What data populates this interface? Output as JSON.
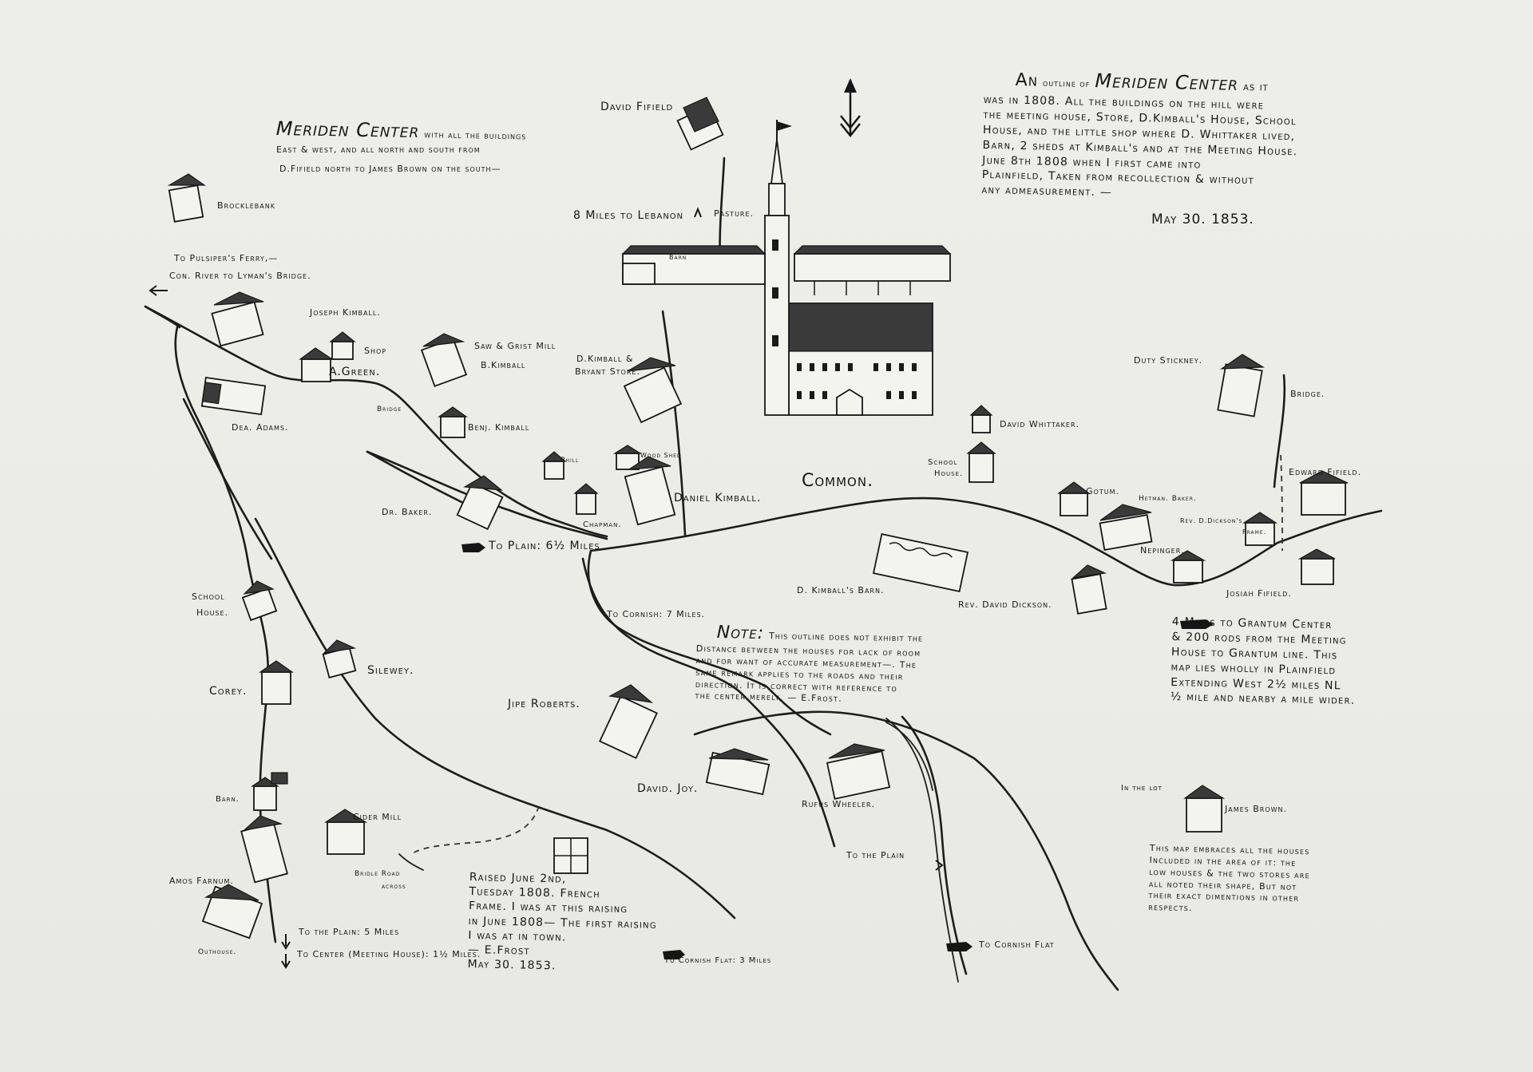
{
  "title_block": {
    "line1_prefix": "An",
    "line1_small": "outline of",
    "line1_name": "Meriden Center",
    "line1_suffix": "as it",
    "body": "was in 1808. All the buildings on the hill were\nthe meeting house, Store, D.Kimball's House, School\nHouse, and the little shop where D. Whittaker lived,\nBarn, 2 sheds at Kimball's and at the Meeting House.\n        June 8th 1808 when I first came into\nPlainfield, Taken from recollection & without\nany admeasurement. —",
    "date": "May 30. 1853."
  },
  "header_left": {
    "name": "Meriden Center",
    "line1_suffix": "with all the buildings",
    "line2": "East & west, and all north and south from",
    "line3": "D.Fifield north to James Brown on the south—"
  },
  "note_block": {
    "heading": "Note:",
    "first_line": "This outline does not exhibit the",
    "body": "Distance between the houses for lack of room\nand for want of accurate measurement—. The\nsame remark applies to the roads and their\ndirection. It is correct with reference to\nthe center merely.  — E.Frost."
  },
  "grantum_note": "4 Miles to Grantum Center\n& 200 rods from the Meeting\nHouse to Grantum line. This\nmap lies wholly in Plainfield\nExtending West 2½ miles NL\n½ mile and nearby a mile wider.",
  "embrace_note": "This map embraces all the houses\nIncluded in the area of it: the\nlow houses & the two stores are\nall noted their shape, But not\ntheir exact dimentions in other\n                                        respects.",
  "raised_note": "Raised June 2nd,\nTuesday 1808. French\nFrame.  I was at this raising\nin June 1808— The first raising\nI was at in town.\n              — E.Frost\n   May 30. 1853.",
  "labels": {
    "david_fifield": "David Fifield",
    "brocklebank": "Brocklebank",
    "pulsiper_1": "To Pulsiper's Ferry,—",
    "pulsiper_2": "Con. River to Lyman's Bridge.",
    "joseph_kimball": "Joseph Kimball.",
    "shop": "Shop",
    "a_green": "A.Green.",
    "dea_adams": "Dea. Adams.",
    "bridge_left": "Bridge",
    "mill_1": "Saw & Grist Mill",
    "mill_2": "B.Kimball",
    "store_1": "D.Kimball &",
    "store_2": "Bryant Store.",
    "benj_kimball": "Benj. Kimball",
    "phill": "Phill",
    "wood_shed": "Wood Shed",
    "daniel_kimball": "Daniel Kimball.",
    "chapman": "Chapman.",
    "dr_baker": "Dr. Baker.",
    "to_plain_6": "To Plain: 6½ Miles",
    "lebanon": "8 Miles to Lebanon",
    "pasture": "Pasture.",
    "barn_top": "Barn",
    "common": "Common.",
    "duty_stickney": "Duty Stickney.",
    "bridge_right": "Bridge.",
    "david_whittaker": "David Whittaker.",
    "school_house_1": "School",
    "school_house_2": "House.",
    "gotum": "Gotum.",
    "hetman_baker": "Hetman. Baker.",
    "rev_dickson_frame_1": "Rev. D.Dickson's",
    "rev_dickson_frame_2": "Frame.",
    "edward_fifield": "Edward Fifield.",
    "nepinger": "Nepinger.",
    "josiah_fifield": "Josiah Fifield.",
    "d_kimball_barn": "D. Kimball's Barn.",
    "rev_david_dickson": "Rev. David Dickson.",
    "to_cornish_7": "To Cornish: 7 Miles.",
    "school_left_1": "School",
    "school_left_2": "House.",
    "silewey": "Silewey.",
    "corey": "Corey.",
    "jipe_roberts": "Jipe Roberts.",
    "david_joy": "David. Joy.",
    "rufus_wheeler": "Rufus Wheeler.",
    "in_the_lot": "In the lot",
    "james_brown": "James Brown.",
    "barn_left": "Barn.",
    "cider_mill": "Cider Mill",
    "bridle_road_1": "Bridle Road",
    "bridle_road_2": "across",
    "amos_farnum": "Amos Farnum.",
    "outhouse": "Outhouse.",
    "to_plain_5": "To the Plain: 5 Miles",
    "to_center": "To Center (Meeting House): 1½ Miles.",
    "to_cornish_3": "To Cornish Flat: 3 Miles",
    "to_the_plain": "To the Plain",
    "to_cornish_flat": "To Cornish Flat"
  }
}
